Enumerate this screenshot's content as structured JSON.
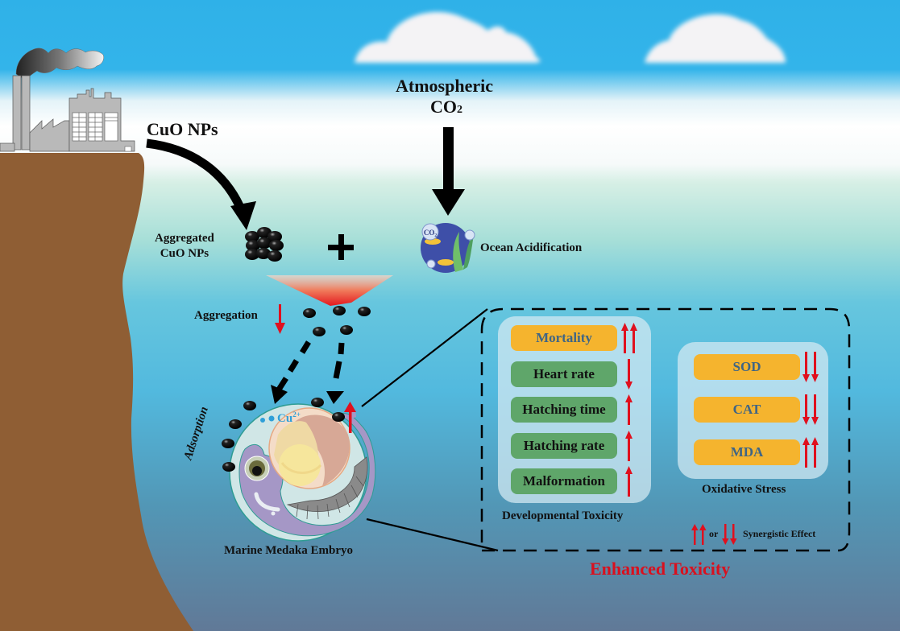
{
  "labels": {
    "cuo_nps": "CuO NPs",
    "atmospheric": "Atmospheric",
    "co2": "CO",
    "co2_sub": "2",
    "aggregated_line1": "Aggregated",
    "aggregated_line2": "CuO NPs",
    "plus": "+",
    "ocean_acidification": "Ocean Acidification",
    "aggregation": "Aggregation",
    "adsorption": "Adsorption",
    "cu_ion": "Cu",
    "cu_ion_charge": "2+",
    "embryo": "Marine Medaka Embryo",
    "enhanced_toxicity": "Enhanced Toxicity",
    "co2_bubble": "CO₂"
  },
  "developmental_toxicity": {
    "title": "Developmental Toxicity",
    "items": [
      {
        "label": "Mortality",
        "style": "yellow",
        "effect": "double-up"
      },
      {
        "label": "Heart rate",
        "style": "green",
        "effect": "down"
      },
      {
        "label": "Hatching time",
        "style": "green",
        "effect": "up"
      },
      {
        "label": "Hatching rate",
        "style": "green",
        "effect": "up"
      },
      {
        "label": "Malformation",
        "style": "green",
        "effect": "up"
      }
    ]
  },
  "oxidative_stress": {
    "title": "Oxidative Stress",
    "items": [
      {
        "label": "SOD",
        "style": "yellow",
        "effect": "double-down"
      },
      {
        "label": "CAT",
        "style": "yellow",
        "effect": "double-down"
      },
      {
        "label": "MDA",
        "style": "yellow",
        "effect": "double-up"
      }
    ]
  },
  "legend": {
    "or": "or",
    "text": "Synergistic Effect"
  },
  "colors": {
    "arrow_red": "#e0101e",
    "enhanced_red": "#d9101e",
    "ground": "#8f5e34",
    "box_green": "#5fa66a",
    "box_yellow": "#f5b42e",
    "cu_blue": "#2f9fd8"
  }
}
